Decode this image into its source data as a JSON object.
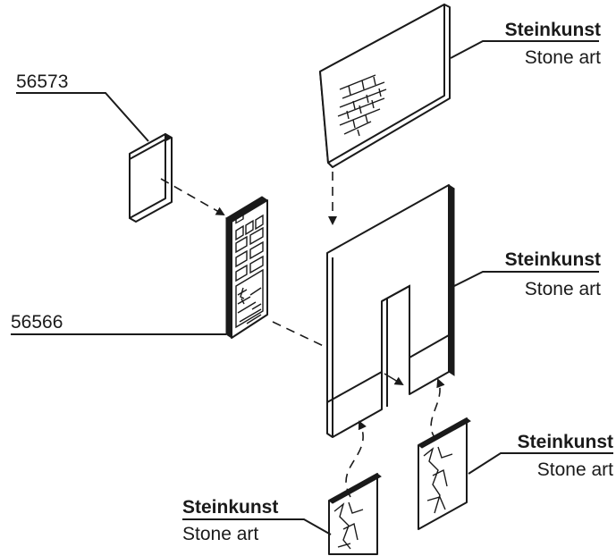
{
  "labels": {
    "top_right": {
      "de": "Steinkunst",
      "en": "Stone art"
    },
    "mid_right": {
      "de": "Steinkunst",
      "en": "Stone art"
    },
    "bottom_right": {
      "de": "Steinkunst",
      "en": "Stone art"
    },
    "bottom_left": {
      "de": "Steinkunst",
      "en": "Stone art"
    }
  },
  "part_numbers": {
    "panel": "56573",
    "door": "56566"
  }
}
